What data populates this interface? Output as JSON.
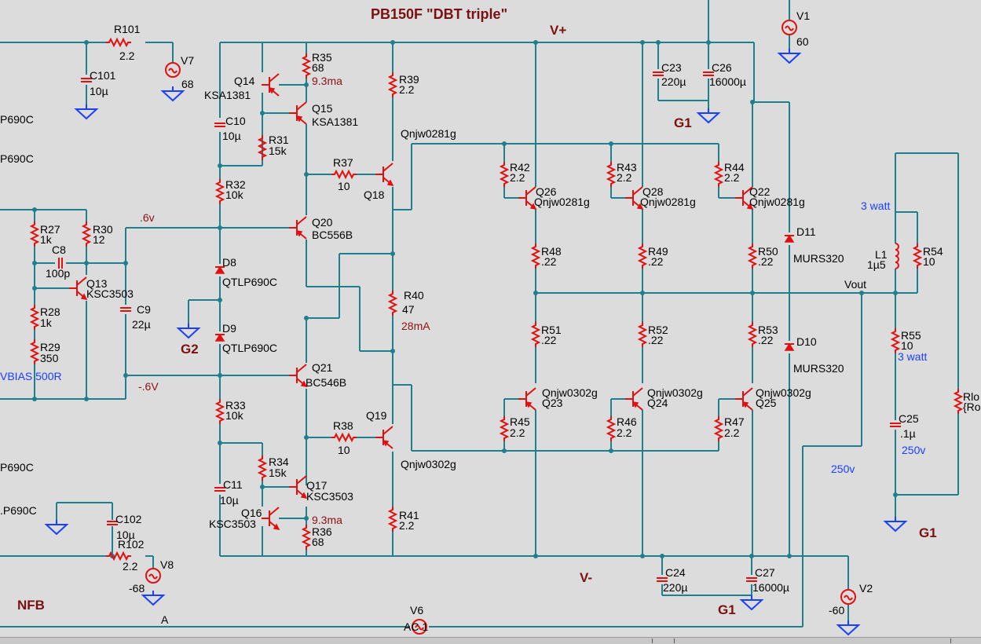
{
  "title": "PB150F \"DBT triple\"",
  "nets": {
    "vplus": "V+",
    "vminus": "V-",
    "g1a": "G1",
    "g1b": "G1",
    "g1c": "G1",
    "g2": "G2",
    "nfb": "NFB",
    "vout": "Vout",
    "a": "A"
  },
  "sources": [
    {
      "ref": "V1",
      "value": "60"
    },
    {
      "ref": "V2",
      "value": "-60"
    },
    {
      "ref": "V6",
      "value": "AC 1"
    },
    {
      "ref": "V7",
      "value": "68"
    },
    {
      "ref": "V8",
      "value": "-68"
    }
  ],
  "resistors": [
    {
      "ref": "R101",
      "value": "2.2"
    },
    {
      "ref": "R102",
      "value": "2.2"
    },
    {
      "ref": "R35",
      "value": "68"
    },
    {
      "ref": "R39",
      "value": "2.2"
    },
    {
      "ref": "R31",
      "value": "15k"
    },
    {
      "ref": "R37",
      "value": "10"
    },
    {
      "ref": "R32",
      "value": "10k"
    },
    {
      "ref": "R27",
      "value": "1k"
    },
    {
      "ref": "R30",
      "value": "12"
    },
    {
      "ref": "R28",
      "value": "1k"
    },
    {
      "ref": "R29",
      "value": "350"
    },
    {
      "ref": "R40",
      "value": "47"
    },
    {
      "ref": "R33",
      "value": "10k"
    },
    {
      "ref": "R38",
      "value": "10"
    },
    {
      "ref": "R34",
      "value": "15k"
    },
    {
      "ref": "R36",
      "value": "68"
    },
    {
      "ref": "R41",
      "value": "2.2"
    },
    {
      "ref": "R42",
      "value": "2.2"
    },
    {
      "ref": "R43",
      "value": "2.2"
    },
    {
      "ref": "R44",
      "value": "2.2"
    },
    {
      "ref": "R48",
      "value": ".22"
    },
    {
      "ref": "R49",
      "value": ".22"
    },
    {
      "ref": "R50",
      "value": ".22"
    },
    {
      "ref": "R51",
      "value": ".22"
    },
    {
      "ref": "R52",
      "value": ".22"
    },
    {
      "ref": "R53",
      "value": ".22"
    },
    {
      "ref": "R45",
      "value": "2.2"
    },
    {
      "ref": "R46",
      "value": "2.2"
    },
    {
      "ref": "R47",
      "value": "2.2"
    },
    {
      "ref": "R54",
      "value": "10"
    },
    {
      "ref": "R55",
      "value": "10"
    }
  ],
  "capacitors": [
    {
      "ref": "C101",
      "value": "10µ"
    },
    {
      "ref": "C10",
      "value": "10µ"
    },
    {
      "ref": "C8",
      "value": "100p"
    },
    {
      "ref": "C9",
      "value": "22µ"
    },
    {
      "ref": "C11",
      "value": "10µ"
    },
    {
      "ref": "C102",
      "value": "10µ"
    },
    {
      "ref": "C23",
      "value": "220µ"
    },
    {
      "ref": "C26",
      "value": "16000µ"
    },
    {
      "ref": "C24",
      "value": "220µ"
    },
    {
      "ref": "C27",
      "value": "16000µ"
    },
    {
      "ref": "C25",
      "value": ".1µ"
    }
  ],
  "inductors": [
    {
      "ref": "L1",
      "value": "1µ5"
    }
  ],
  "diodes": [
    {
      "ref": "D8",
      "value": "QTLP690C"
    },
    {
      "ref": "D9",
      "value": "QTLP690C"
    },
    {
      "ref": "D11",
      "value": "MURS320"
    },
    {
      "ref": "D10",
      "value": "MURS320"
    }
  ],
  "transistors": [
    {
      "ref": "Q14",
      "value": "KSA1381"
    },
    {
      "ref": "Q15",
      "value": "KSA1381"
    },
    {
      "ref": "Q18",
      "value": "Qnjw0281g"
    },
    {
      "ref": "Q20",
      "value": "BC556B"
    },
    {
      "ref": "Q13",
      "value": "KSC3503"
    },
    {
      "ref": "Q21",
      "value": "BC546B"
    },
    {
      "ref": "Q19",
      "value": "Qnjw0302g"
    },
    {
      "ref": "Q17",
      "value": "KSC3503"
    },
    {
      "ref": "Q16",
      "value": "KSC3503"
    },
    {
      "ref": "Q26",
      "value": "Qnjw0281g"
    },
    {
      "ref": "Q28",
      "value": "Qnjw0281g"
    },
    {
      "ref": "Q22",
      "value": "Qnjw0281g"
    },
    {
      "ref": "Q23",
      "value": "Qnjw0302g"
    },
    {
      "ref": "Q24",
      "value": "Qnjw0302g"
    },
    {
      "ref": "Q25",
      "value": "Qnjw0302g"
    }
  ],
  "annotations": {
    "i_q15": "9.3ma",
    "i_q16": "9.3ma",
    "i_bias": "28mA",
    "v_pos": ".6v",
    "v_neg": "-.6V",
    "vbias": "VBIAS 500R",
    "watt1": "3 watt",
    "watt2": "3 watt",
    "v250a": "250v",
    "v250b": "250v",
    "rload": "Rlo",
    "rload_val": "{Ro",
    "qnjw_top": "Qnjw0281g",
    "qnjw_bot": "Qnjw0302g",
    "led_left": [
      "P690C",
      "P690C",
      "P690C",
      ".P690C"
    ]
  },
  "colors": {
    "wire": "#1f7f8f",
    "component": "#e01010",
    "ground": "#1a40ff",
    "background": "#dcdcdc"
  }
}
